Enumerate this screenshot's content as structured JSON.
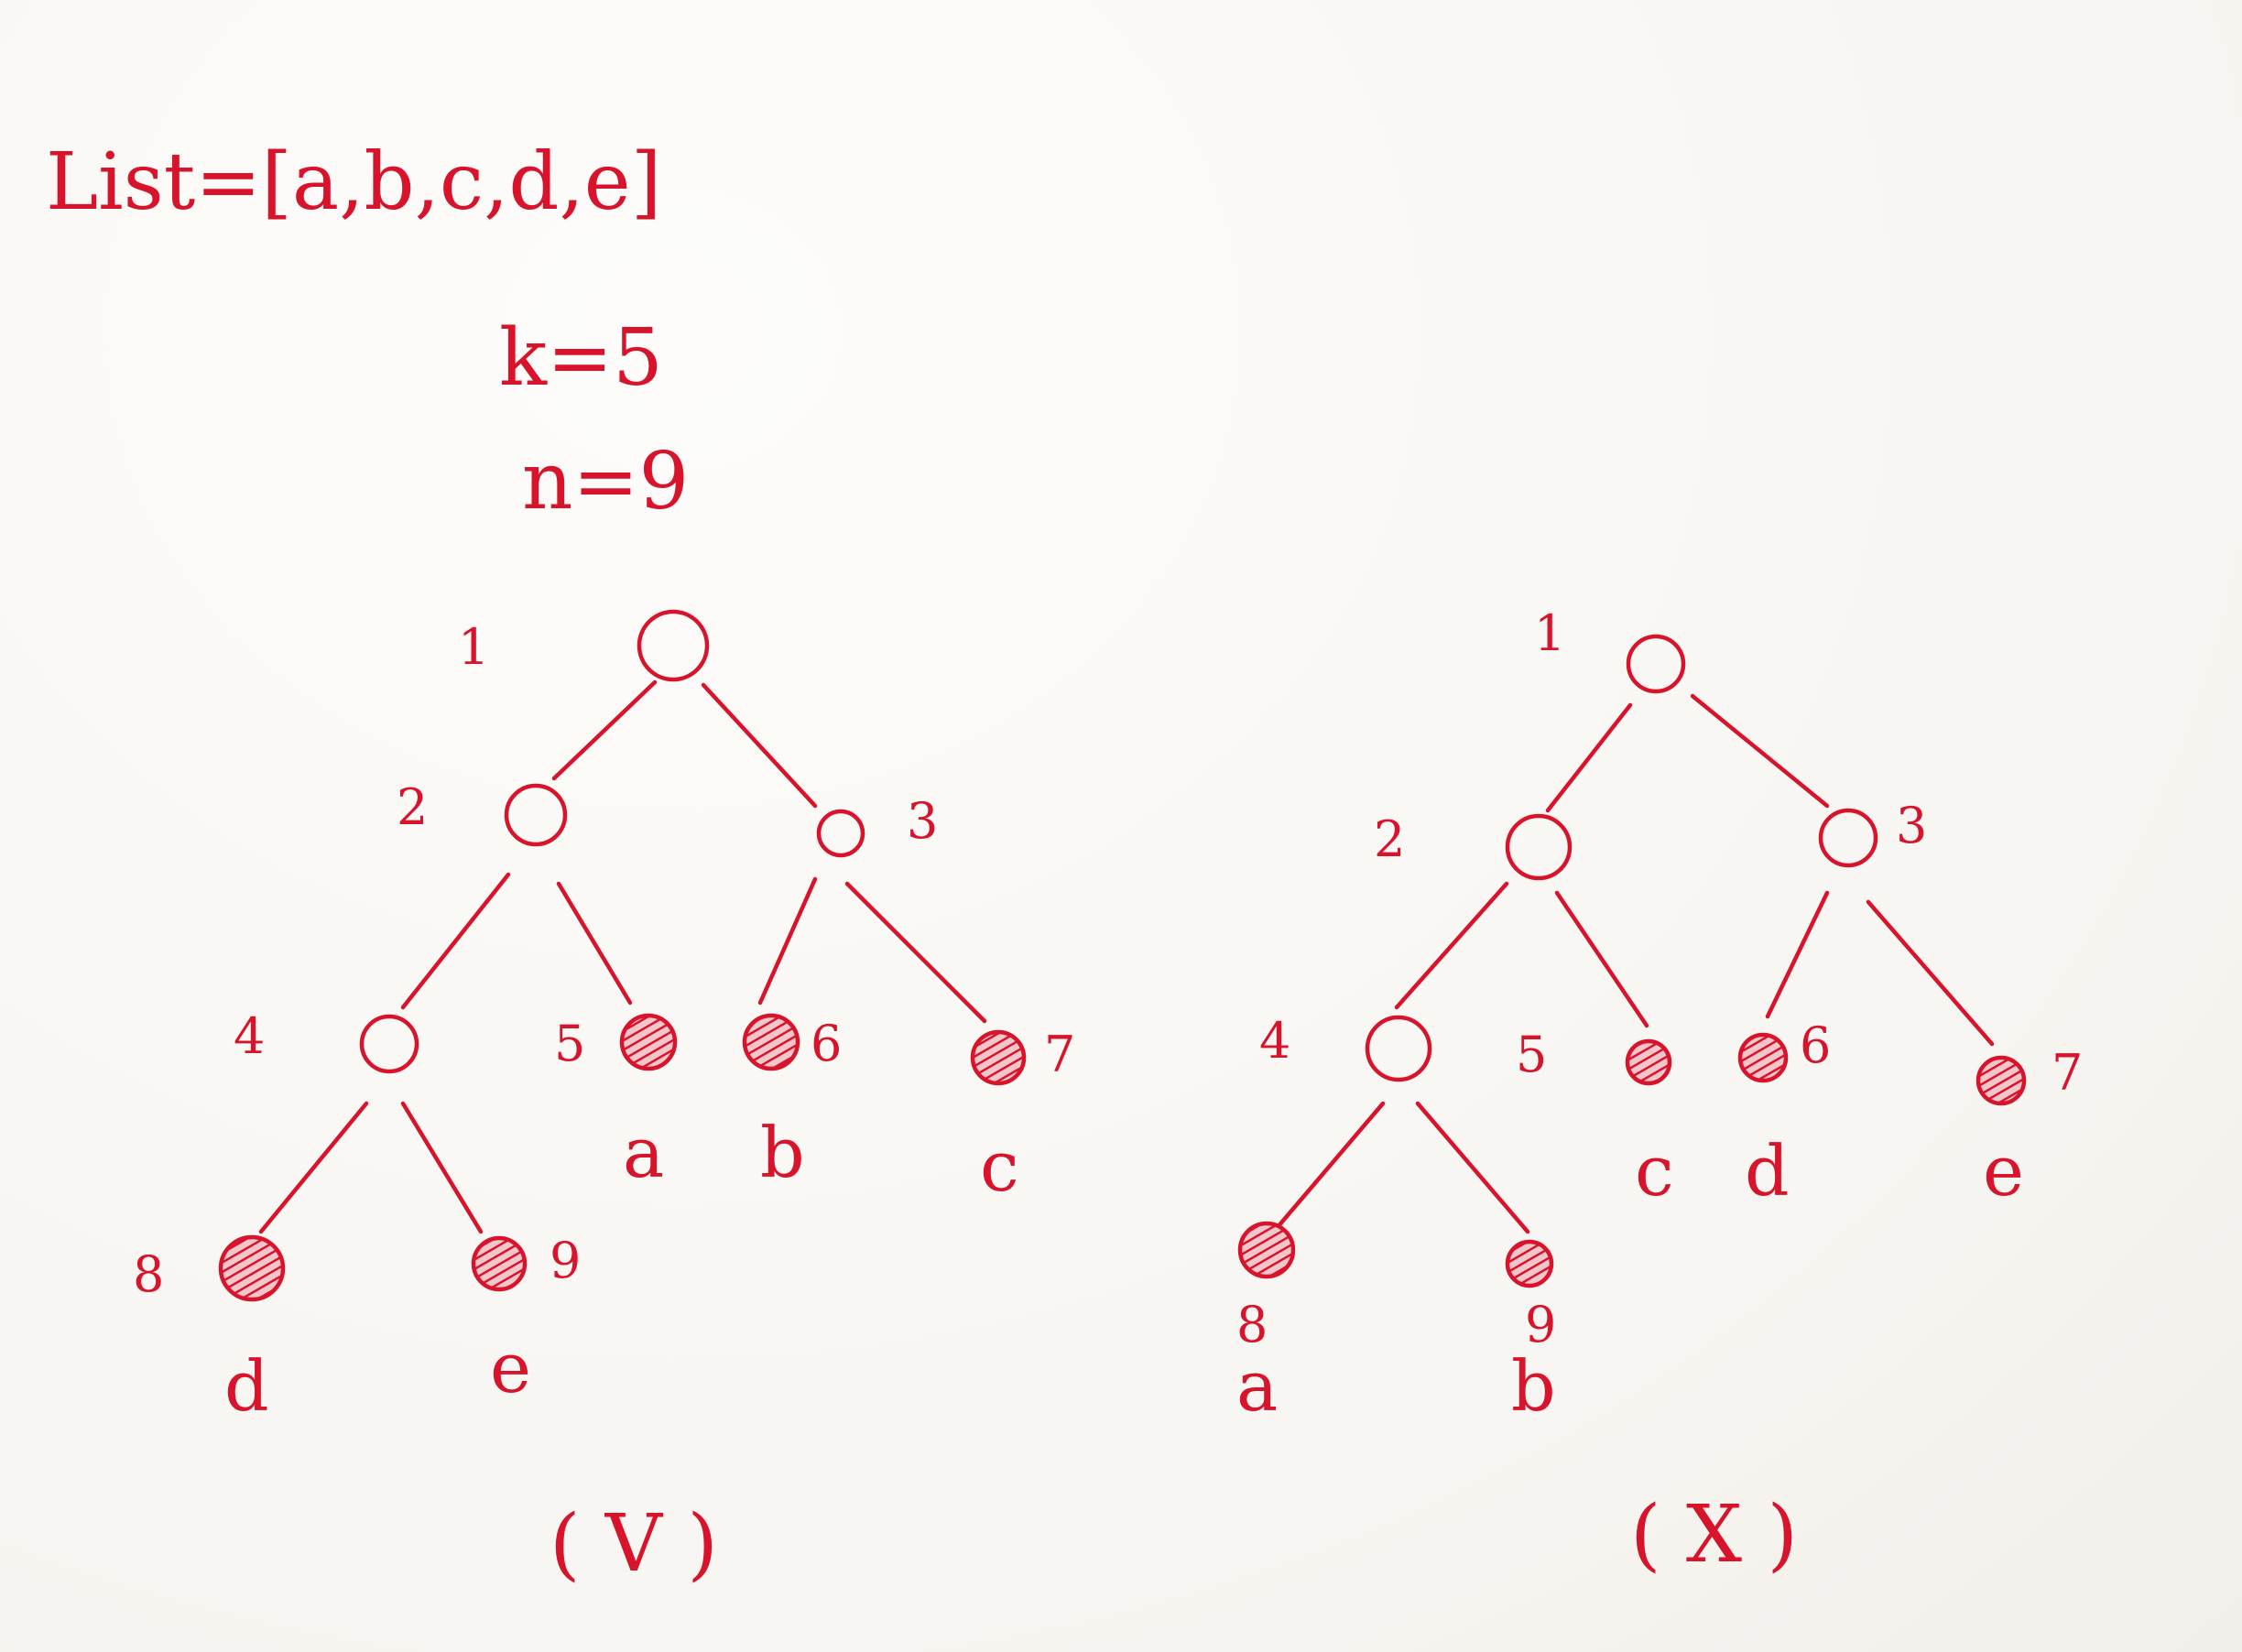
{
  "header": {
    "list_line": "List=[a,b,c,d,e]",
    "k_line": "k=5",
    "n_line": "n=9"
  },
  "trees": [
    {
      "verdict": "( V )",
      "nodes": [
        {
          "id": "1",
          "filled": false,
          "leaf": ""
        },
        {
          "id": "2",
          "filled": false,
          "leaf": ""
        },
        {
          "id": "3",
          "filled": false,
          "leaf": ""
        },
        {
          "id": "4",
          "filled": false,
          "leaf": ""
        },
        {
          "id": "5",
          "filled": true,
          "leaf": "a"
        },
        {
          "id": "6",
          "filled": true,
          "leaf": "b"
        },
        {
          "id": "7",
          "filled": true,
          "leaf": "c"
        },
        {
          "id": "8",
          "filled": true,
          "leaf": "d"
        },
        {
          "id": "9",
          "filled": true,
          "leaf": "e"
        }
      ]
    },
    {
      "verdict": "( X )",
      "nodes": [
        {
          "id": "1",
          "filled": false,
          "leaf": ""
        },
        {
          "id": "2",
          "filled": false,
          "leaf": ""
        },
        {
          "id": "3",
          "filled": false,
          "leaf": ""
        },
        {
          "id": "4",
          "filled": false,
          "leaf": ""
        },
        {
          "id": "5",
          "filled": true,
          "leaf": "c"
        },
        {
          "id": "6",
          "filled": true,
          "leaf": "d"
        },
        {
          "id": "7",
          "filled": true,
          "leaf": "e"
        },
        {
          "id": "8",
          "filled": true,
          "leaf": "a"
        },
        {
          "id": "9",
          "filled": true,
          "leaf": "b"
        }
      ]
    }
  ],
  "colors": {
    "ink": "#d8142c",
    "paper": "#faf8f5"
  }
}
